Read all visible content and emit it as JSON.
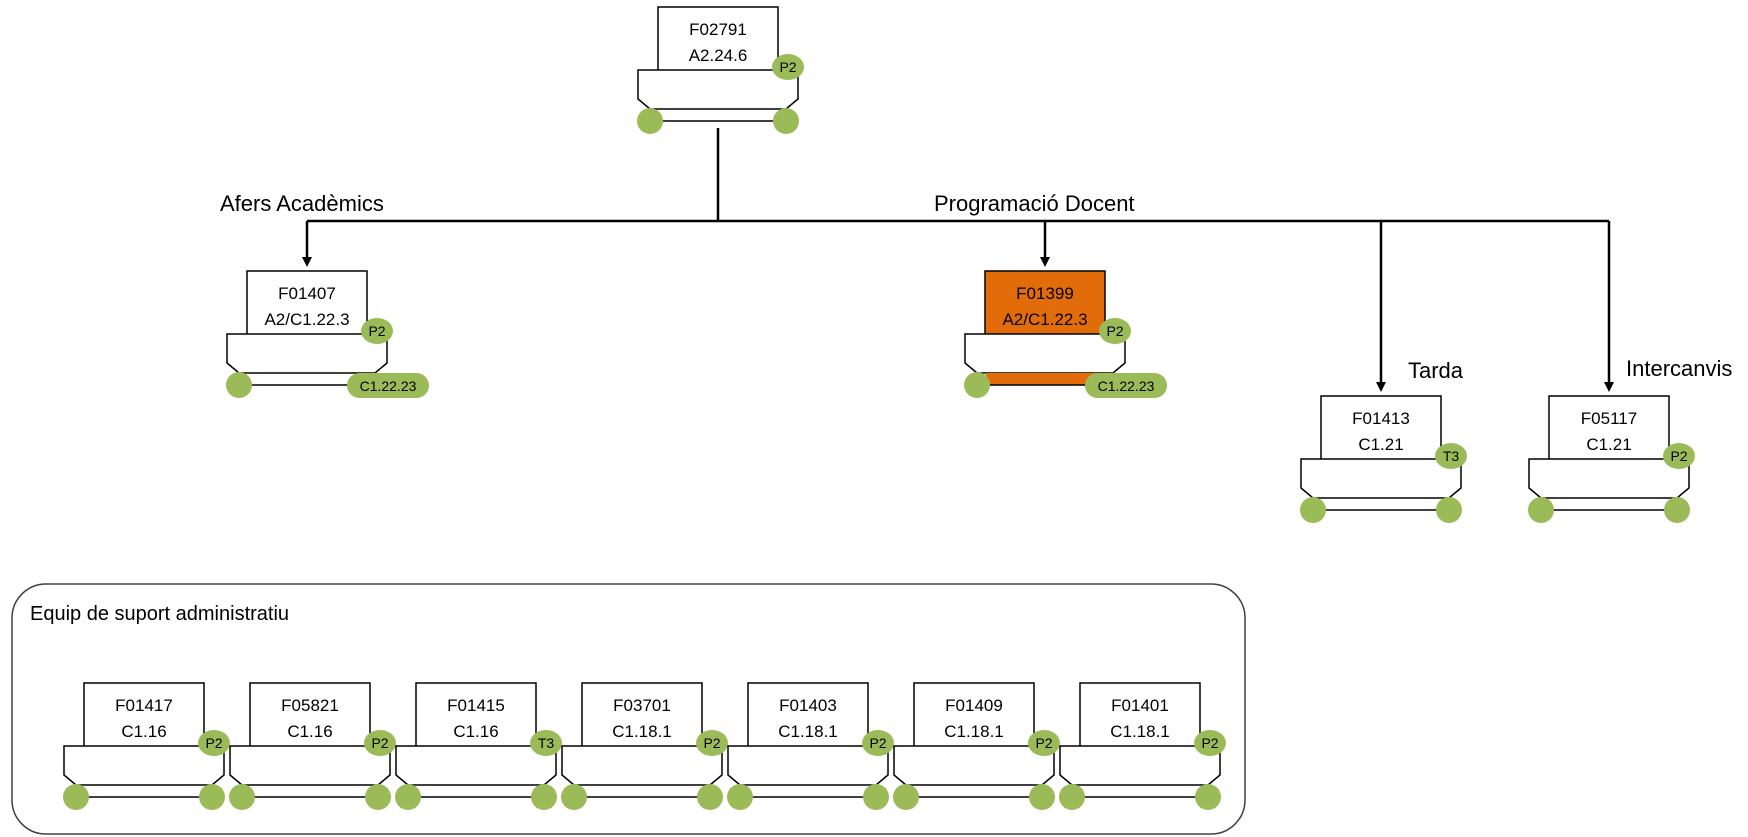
{
  "colors": {
    "line": "#000000",
    "badge": "#9bbb59",
    "highlight": "#e36c0a",
    "box": "#ffffff",
    "group_border": "#404040"
  },
  "root": {
    "code": "F02791",
    "grade": "A2.24.6",
    "badge": "P2"
  },
  "branch_labels": {
    "afers": "Afers Acadèmics",
    "programacio": "Programació Docent",
    "tarda": "Tarda",
    "intercanvis": "Intercanvis"
  },
  "nodes": {
    "f01407": {
      "code": "F01407",
      "grade": "A2/C1.22.3",
      "badge": "P2",
      "side_badge": "C1.22.23"
    },
    "f01399": {
      "code": "F01399",
      "grade": "A2/C1.22.3",
      "badge": "P2",
      "side_badge": "C1.22.23",
      "highlighted": true
    },
    "f01413": {
      "code": "F01413",
      "grade": "C1.21",
      "badge": "T3"
    },
    "f05117": {
      "code": "F05117",
      "grade": "C1.21",
      "badge": "P2"
    }
  },
  "support_group": {
    "title": "Equip de suport administratiu",
    "members": [
      {
        "code": "F01417",
        "grade": "C1.16",
        "badge": "P2"
      },
      {
        "code": "F05821",
        "grade": "C1.16",
        "badge": "P2"
      },
      {
        "code": "F01415",
        "grade": "C1.16",
        "badge": "T3"
      },
      {
        "code": "F03701",
        "grade": "C1.18.1",
        "badge": "P2"
      },
      {
        "code": "F01403",
        "grade": "C1.18.1",
        "badge": "P2"
      },
      {
        "code": "F01409",
        "grade": "C1.18.1",
        "badge": "P2"
      },
      {
        "code": "F01401",
        "grade": "C1.18.1",
        "badge": "P2"
      }
    ]
  }
}
